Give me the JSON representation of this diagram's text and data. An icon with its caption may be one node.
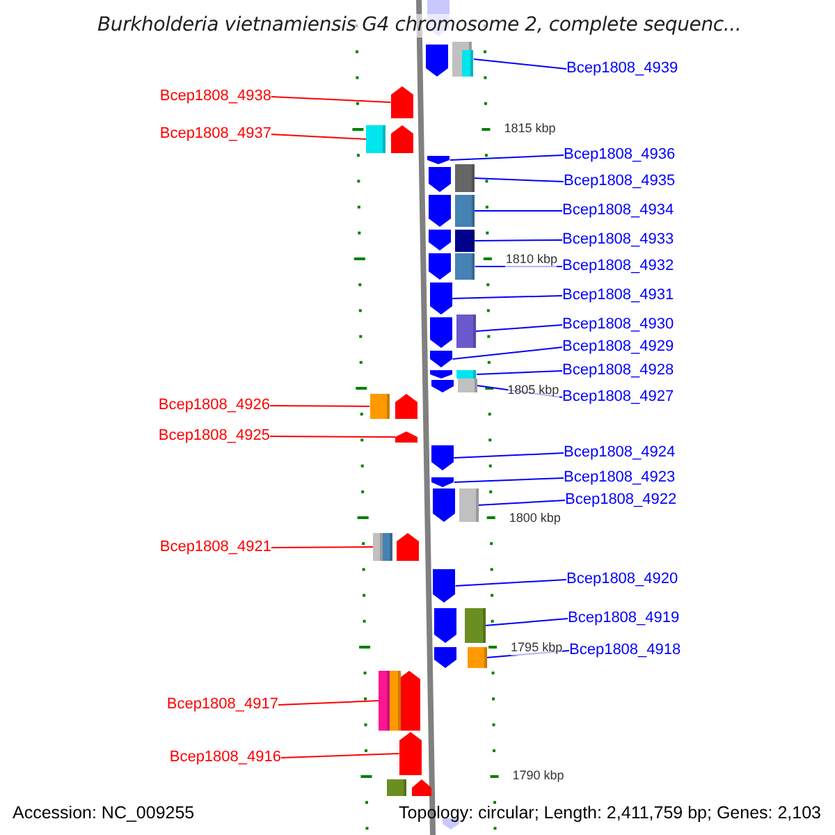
{
  "diagram": {
    "title": "Burkholderia vietnamiensis G4 chromosome 2, complete sequenc...",
    "nodes": [
      {
        "text": [
          "Bcep1808_4939"
        ]
      },
      {
        "text": [],
        "shape": "arrow"
      },
      {
        "text": [
          "Bcep1808_4938"
        ]
      },
      {
        "text": [],
        "shape": "arrow"
      },
      {
        "text": [
          "Bcep1808_4937"
        ]
      },
      {
        "text": [],
        "shape": "arrow"
      },
      {
        "text": [
          "Bcep1808_4936"
        ]
      },
      {
        "text": [],
        "shape": "arrow"
      },
      {
        "text": [
          "Bcep1808_4935"
        ]
      },
      {
        "text": [],
        "shape": "arrow"
      },
      {
        "text": [
          "Bcep1808_4934"
        ]
      },
      {
        "text": [],
        "shape": "arrow"
      },
      {
        "text": [
          "Bcep1808_4933"
        ]
      },
      {
        "text": [],
        "shape": "arrow"
      },
      {
        "text": [
          "Bcep1808_4932"
        ]
      },
      {
        "text": [],
        "shape": "arrow"
      },
      {
        "text": [
          "Bcep1808_4931"
        ]
      },
      {
        "text": [],
        "shape": "arrow"
      },
      {
        "text": [
          "Bcep1808_4930"
        ]
      },
      {
        "text": [],
        "shape": "arrow"
      },
      {
        "text": [
          "Bcep1808_4929"
        ]
      },
      {
        "text": [],
        "shape": "arrow"
      },
      {
        "text": [
          "Bcep1808_4928"
        ]
      },
      {
        "text": [],
        "shape": "arrow"
      },
      {
        "text": [
          "Bcep1808_4927"
        ]
      },
      {
        "text": [],
        "shape": "arrow"
      },
      {
        "text": [
          "Bcep1808_4926"
        ]
      },
      {
        "text": [],
        "shape": "arrow"
      },
      {
        "text": [
          "Bcep1808_4925"
        ]
      },
      {
        "text": [],
        "shape": "arrow"
      },
      {
        "text": [
          "Bcep1808_4924"
        ]
      },
      {
        "text": [],
        "shape": "arrow"
      },
      {
        "text": [
          "Bcep1808_4923"
        ]
      },
      {
        "text": [],
        "shape": "arrow"
      },
      {
        "text": [
          "Bcep1808_4922"
        ]
      },
      {
        "text": [],
        "shape": "arrow"
      },
      {
        "text": [
          "Bcep1808_4921"
        ]
      },
      {
        "text": [],
        "shape": "arrow"
      },
      {
        "text": [
          "Bcep1808_4920"
        ]
      },
      {
        "text": [],
        "shape": "arrow"
      },
      {
        "text": [
          "Bcep1808_4919"
        ]
      },
      {
        "text": [],
        "shape": "arrow"
      },
      {
        "text": [
          "Bcep1808_4918"
        ]
      },
      {
        "text": [],
        "shape": "arrow"
      },
      {
        "text": [
          "Bcep1808_4917"
        ]
      },
      {
        "text": [],
        "shape": "arrow"
      },
      {
        "text": [
          "Bcep1808_4916"
        ]
      },
      {
        "text": [],
        "shape": "arrow"
      }
    ],
    "edges": [
      {
        "from": 0,
        "to": 1,
        "arrow": "none"
      },
      {
        "from": 2,
        "to": 3,
        "arrow": "none",
        "color": "#ff0000"
      },
      {
        "from": 4,
        "to": 5,
        "arrow": "none",
        "color": "#ff0000"
      },
      {
        "from": 6,
        "to": 7,
        "arrow": "none"
      },
      {
        "from": 8,
        "to": 9,
        "arrow": "none"
      },
      {
        "from": 10,
        "to": 11,
        "arrow": "none"
      },
      {
        "from": 12,
        "to": 13,
        "arrow": "none"
      },
      {
        "from": 14,
        "to": 15,
        "arrow": "none"
      },
      {
        "from": 16,
        "to": 17,
        "arrow": "none"
      },
      {
        "from": 18,
        "to": 19,
        "arrow": "none"
      },
      {
        "from": 20,
        "to": 21,
        "arrow": "none"
      },
      {
        "from": 22,
        "to": 23,
        "arrow": "none"
      },
      {
        "from": 24,
        "to": 25,
        "arrow": "none"
      },
      {
        "from": 26,
        "to": 27,
        "arrow": "none",
        "color": "#ff0000"
      },
      {
        "from": 28,
        "to": 29,
        "arrow": "none",
        "color": "#ff0000"
      },
      {
        "from": 30,
        "to": 31,
        "arrow": "none"
      },
      {
        "from": 32,
        "to": 33,
        "arrow": "none"
      },
      {
        "from": 34,
        "to": 35,
        "arrow": "none"
      },
      {
        "from": 36,
        "to": 37,
        "arrow": "none",
        "color": "#ff0000"
      },
      {
        "from": 38,
        "to": 39,
        "arrow": "none"
      },
      {
        "from": 40,
        "to": 41,
        "arrow": "none"
      },
      {
        "from": 42,
        "to": 43,
        "arrow": "none"
      },
      {
        "from": 44,
        "to": 45,
        "arrow": "none",
        "color": "#ff0000"
      },
      {
        "from": 46,
        "to": 47,
        "arrow": "none",
        "color": "#ff0000"
      }
    ],
    "labels": [
      "1815 kbp",
      "1810 kbp",
      "1805 kbp",
      "1800 kbp",
      "1795 kbp",
      "1790 kbp",
      "Accession: NC_009255",
      "Topology: circular; Length: 2,411,759 bp; Genes: 2,103"
    ]
  }
}
